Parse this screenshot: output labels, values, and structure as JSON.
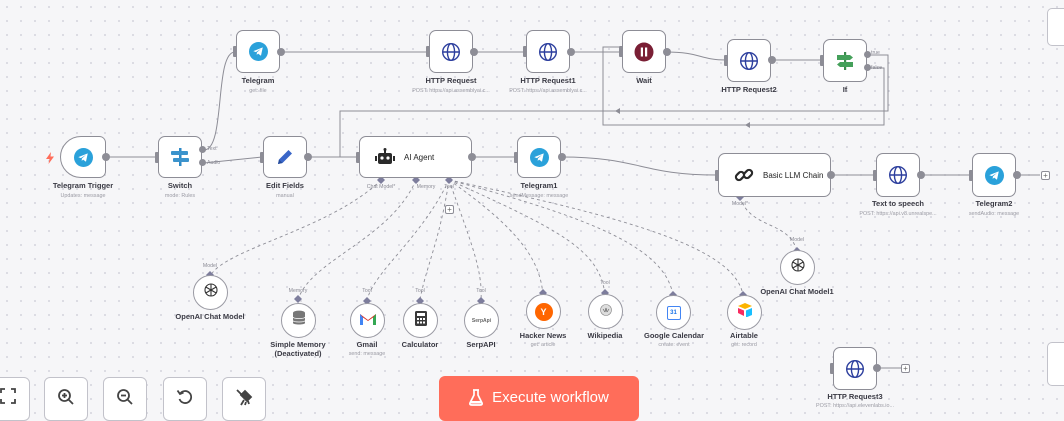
{
  "canvas": {
    "accent": "#ff6d5a",
    "node_border": "#8d8d96",
    "connection_color": "#8d8d96"
  },
  "nodes": {
    "telegram_trigger": {
      "label": "Telegram Trigger",
      "sub": "Updates: message",
      "icon": "telegram-icon"
    },
    "switch": {
      "label": "Switch",
      "sub": "mode: Rules",
      "icon": "switch-icon",
      "outputs": [
        "Text",
        "Audio"
      ]
    },
    "telegram": {
      "label": "Telegram",
      "sub": "get: file",
      "icon": "telegram-icon"
    },
    "http1": {
      "label": "HTTP Request",
      "sub": "POST: https://api.assemblyai.c...",
      "icon": "globe-icon"
    },
    "http2": {
      "label": "HTTP Request1",
      "sub": "POST: https://api.assemblyai.c...",
      "icon": "globe-icon"
    },
    "wait": {
      "label": "Wait",
      "icon": "pause-icon"
    },
    "http3": {
      "label": "HTTP Request2",
      "icon": "globe-icon"
    },
    "if": {
      "label": "If",
      "icon": "if-icon",
      "outputs": [
        "true",
        "false"
      ]
    },
    "edit_fields": {
      "label": "Edit Fields",
      "sub": "manual",
      "icon": "pencil-icon"
    },
    "ai_agent": {
      "label": "AI Agent",
      "icon": "robot-icon",
      "ports": [
        "Chat Model*",
        "Memory",
        "Tool"
      ]
    },
    "telegram1": {
      "label": "Telegram1",
      "sub": "sendMessage: message",
      "icon": "telegram-icon"
    },
    "llm_chain": {
      "label": "Basic LLM Chain",
      "icon": "link-icon",
      "ports": [
        "Model*"
      ]
    },
    "tts": {
      "label": "Text to speech",
      "sub": "POST: https://api.v8.unrealspe...",
      "icon": "globe-icon"
    },
    "telegram2": {
      "label": "Telegram2",
      "sub": "sendAudio: message",
      "icon": "telegram-icon"
    },
    "http4": {
      "label": "HTTP Request3",
      "sub": "POST: https://api.elevenlabs.io...",
      "icon": "globe-icon"
    }
  },
  "sub_nodes": {
    "openai_model": {
      "label": "OpenAI Chat Model",
      "port": "Model",
      "icon": "openai-icon"
    },
    "memory": {
      "label": "Simple Memory",
      "label2": "(Deactivated)",
      "port": "Memory",
      "icon": "database-icon"
    },
    "gmail": {
      "label": "Gmail",
      "sub": "send: message",
      "port": "Tool",
      "icon": "gmail-icon"
    },
    "calculator": {
      "label": "Calculator",
      "port": "Tool",
      "icon": "calculator-icon"
    },
    "serpapi": {
      "label": "SerpAPI",
      "port": "Tool",
      "icon": "serpapi-icon",
      "icon_text": "SerpApi"
    },
    "hacker_news": {
      "label": "Hacker News",
      "sub": "get: article",
      "icon": "hacker-news-icon",
      "icon_text": "Y"
    },
    "wikipedia": {
      "label": "Wikipedia",
      "port": "Tool",
      "icon": "wikipedia-icon"
    },
    "google_calendar": {
      "label": "Google Calendar",
      "sub": "create: event",
      "icon": "calendar-icon",
      "icon_text": "31"
    },
    "airtable": {
      "label": "Airtable",
      "sub": "get: record",
      "icon": "airtable-icon"
    },
    "openai_model1": {
      "label": "OpenAI Chat Model1",
      "port": "Model",
      "icon": "openai-icon"
    }
  },
  "controls": {
    "execute_label": "Execute workflow",
    "icons": [
      "fit-view-icon",
      "zoom-in-icon",
      "zoom-out-icon",
      "reset-zoom-icon",
      "tidy-up-icon"
    ]
  }
}
